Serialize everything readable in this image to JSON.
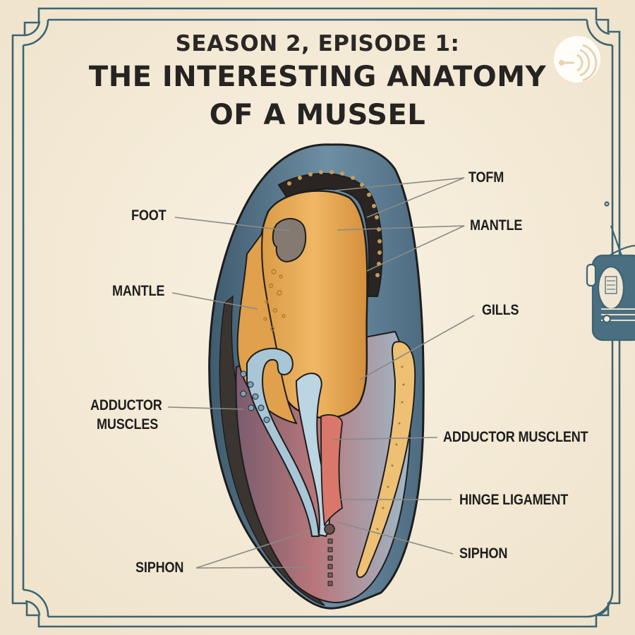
{
  "title": {
    "line1": "SEASON 2, EPISODE 1:",
    "line2": "THE INTERESTING ANATOMY",
    "line3": "OF A MUSSEL"
  },
  "labels": {
    "left": [
      {
        "id": "foot",
        "text": "FOOT"
      },
      {
        "id": "mantle-left",
        "text": "MANTLE"
      },
      {
        "id": "adductor-muscles",
        "text": "ADDUCTOR\nMUSCLES",
        "lines": [
          "ADDUCTOR",
          "MUSCLES"
        ]
      },
      {
        "id": "siphon-left",
        "text": "SIPHON"
      }
    ],
    "right": [
      {
        "id": "tofm",
        "text": "TOFM"
      },
      {
        "id": "mantle-right",
        "text": "MANTLE"
      },
      {
        "id": "gills",
        "text": "GILLS"
      },
      {
        "id": "adductor-musclent",
        "text": "ADDUCTOR MUSCLENT"
      },
      {
        "id": "hinge-ligament",
        "text": "HINGE LIGAMENT"
      },
      {
        "id": "siphon-right",
        "text": "SIPHON"
      }
    ]
  },
  "icons": {
    "podcast": "podcast-broadcast-icon",
    "radio": "vintage-radio-icon"
  },
  "colors": {
    "background": "#f5ecd9",
    "frame": "#3d6473",
    "shell_blue": "#5a7c92",
    "body_orange": "#e8a952",
    "text": "#1e1e1e",
    "leader_line": "#8a8a85"
  }
}
